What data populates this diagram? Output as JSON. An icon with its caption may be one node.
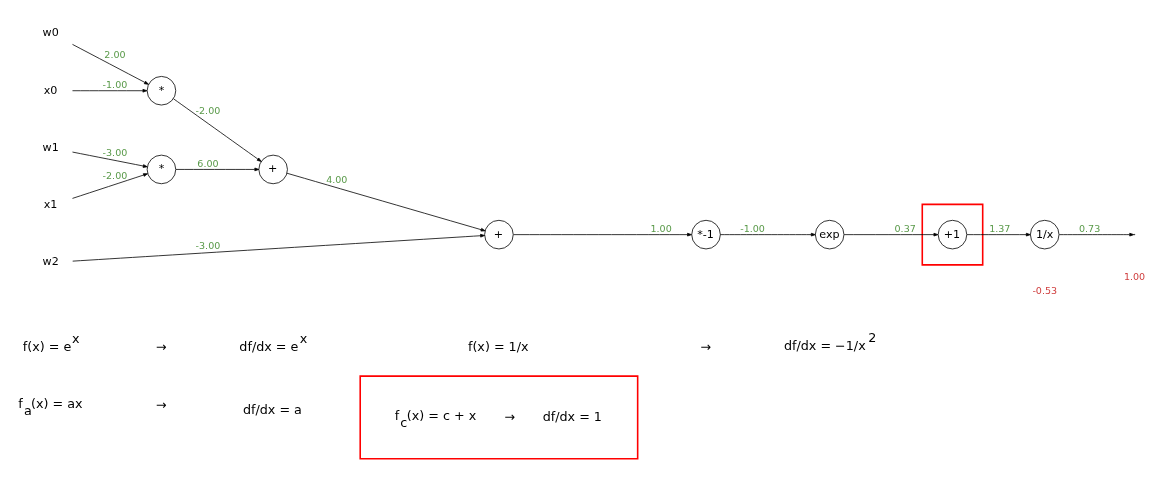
{
  "diagram": {
    "nodes": [
      {
        "text": [
          "w0"
        ]
      },
      {
        "text": [
          "x0"
        ]
      },
      {
        "text": [
          "*"
        ]
      },
      {
        "text": [
          "w1"
        ]
      },
      {
        "text": [
          "x1"
        ]
      },
      {
        "text": [
          "*"
        ]
      },
      {
        "text": [
          "+"
        ]
      },
      {
        "text": [
          "w2"
        ]
      },
      {
        "text": [
          "+"
        ]
      },
      {
        "text": [
          "*-1"
        ]
      },
      {
        "text": [
          "exp"
        ]
      },
      {
        "text": [],
        "shape": "box"
      },
      {
        "text": [
          "+1"
        ],
        "in": 11
      },
      {
        "text": [
          "1/x"
        ]
      },
      {
        "text": [
          "f$_{c}$(x) = c + x",
          "→",
          "df/dx = 1"
        ]
      }
    ],
    "edges": [
      {
        "from": 0,
        "to": 2,
        "arrow": "to",
        "label": "2.00"
      },
      {
        "from": 1,
        "to": 2,
        "arrow": "to",
        "label": "-1.00"
      },
      {
        "from": 3,
        "to": 5,
        "arrow": "to",
        "label": "-3.00"
      },
      {
        "from": 4,
        "to": 5,
        "arrow": "to",
        "label": "-2.00"
      },
      {
        "from": 2,
        "to": 6,
        "arrow": "to",
        "label": "-2.00"
      },
      {
        "from": 5,
        "to": 6,
        "arrow": "to",
        "label": "6.00"
      },
      {
        "from": 6,
        "to": 8,
        "arrow": "to",
        "label": "4.00"
      },
      {
        "from": 7,
        "to": 8,
        "arrow": "to",
        "label": "-3.00"
      },
      {
        "from": 8,
        "to": 9,
        "arrow": "to",
        "label": "1.00"
      },
      {
        "from": 9,
        "to": 10,
        "arrow": "to",
        "label": "-1.00"
      },
      {
        "from": 10,
        "to": 12,
        "arrow": "to",
        "label": "0.37"
      },
      {
        "from": 12,
        "to": 13,
        "arrow": "to",
        "label": "1.37"
      },
      {
        "from": 13,
        "to": null,
        "arrow": "to",
        "label": "0.73"
      }
    ],
    "labels": [
      "-0.53",
      "1.00",
      "f(x) = e$^{x}$",
      "→",
      "df/dx = e$^{x}$",
      "f(x) = 1/x",
      "→",
      "df/dx = −1/x$^{2}$",
      "f$_{a}$(x) = ax",
      "→",
      "df/dx = a"
    ]
  }
}
